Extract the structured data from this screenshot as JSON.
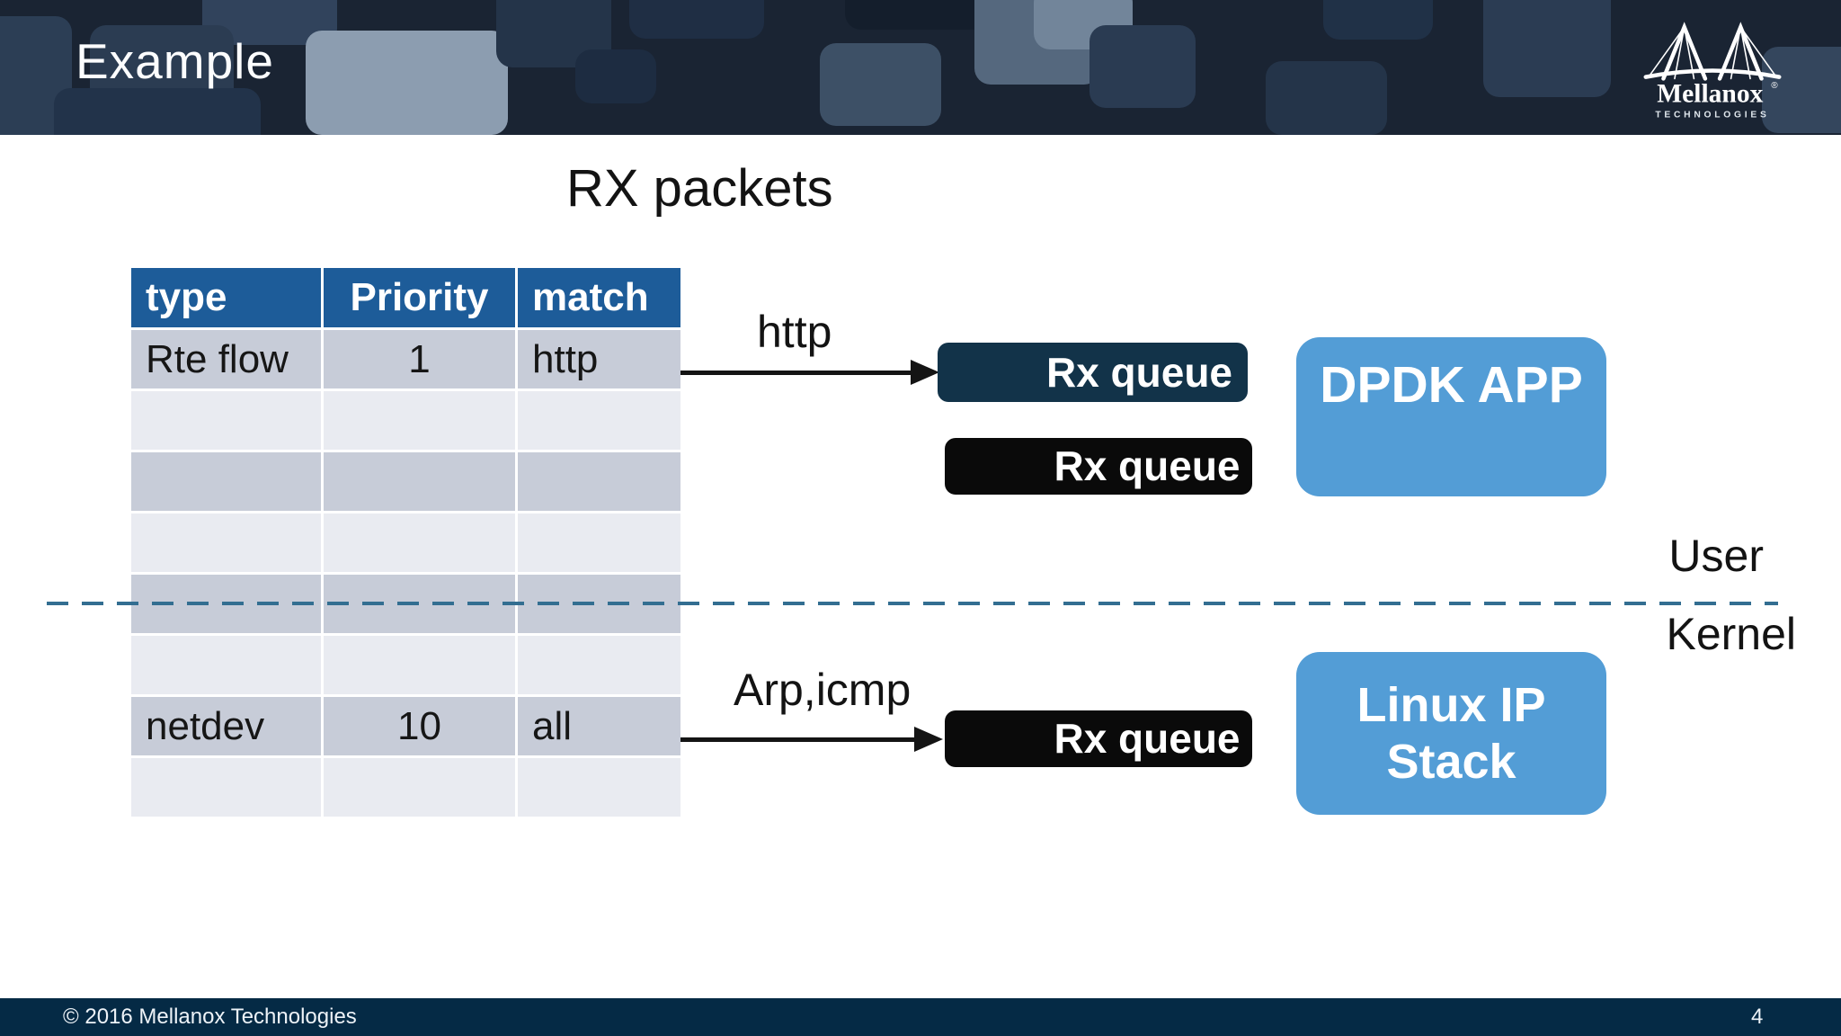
{
  "header": {
    "title": "Example",
    "logo": {
      "wordmark": "Mellanox",
      "registered": "®",
      "subtext": "TECHNOLOGIES"
    }
  },
  "diagram": {
    "heading": "RX packets",
    "table": {
      "headers": [
        "type",
        "Priority",
        "match"
      ],
      "rows": [
        [
          "Rte flow",
          "1",
          "http"
        ],
        [
          "",
          "",
          ""
        ],
        [
          "",
          "",
          ""
        ],
        [
          "",
          "",
          ""
        ],
        [
          "",
          "",
          ""
        ],
        [
          "",
          "",
          ""
        ],
        [
          "netdev",
          "10",
          "all"
        ],
        [
          "",
          "",
          ""
        ]
      ]
    },
    "flow_labels": {
      "http": "http",
      "arp_icmp": "Arp,icmp"
    },
    "queues": [
      {
        "label": "Rx queue",
        "style": "navy"
      },
      {
        "label": "Rx queue",
        "style": "black"
      },
      {
        "label": "Rx queue",
        "style": "black"
      }
    ],
    "dpdk_app": {
      "label": "DPDK APP"
    },
    "linux_ip_stack": {
      "line1": "Linux IP",
      "line2": "Stack"
    },
    "boundary": {
      "user": "User",
      "kernel": "Kernel"
    }
  },
  "footer": {
    "copyright": "© 2016 Mellanox Technologies",
    "page_number": "4"
  },
  "colors": {
    "banner": "#1a2433",
    "table_header_blue": "#1d5c99",
    "row_dark": "#c7ccd8",
    "row_light": "#e9ebf1",
    "queue_navy": "#123349",
    "queue_black": "#0a0a0a",
    "app_blue": "#539dd6",
    "boundary_dash": "#336e91",
    "footer_navy": "#052a45"
  }
}
